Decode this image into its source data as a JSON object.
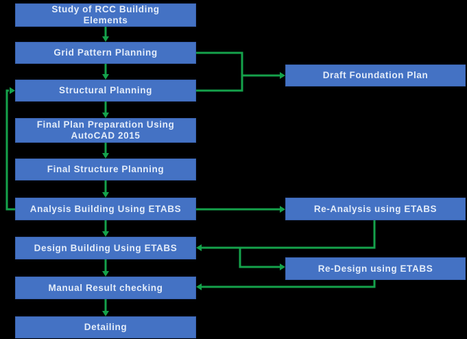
{
  "colors": {
    "background": "#000000",
    "node_fill": "#4472C4",
    "node_border": "#3A62AE",
    "node_text": "#E3ECF9",
    "arrow": "#15A24B"
  },
  "flowchart": {
    "main_nodes": [
      {
        "label": "Study of RCC Building\nElements"
      },
      {
        "label": "Grid Pattern Planning"
      },
      {
        "label": "Structural Planning"
      },
      {
        "label": "Final Plan Preparation Using\nAutoCAD 2015"
      },
      {
        "label": "Final Structure Planning"
      },
      {
        "label": "Analysis Building Using ETABS"
      },
      {
        "label": "Design Building Using ETABS"
      },
      {
        "label": "Manual Result checking"
      },
      {
        "label": "Detailing"
      }
    ],
    "side_nodes": [
      {
        "label": "Draft Foundation Plan"
      },
      {
        "label": "Re-Analysis using ETABS"
      },
      {
        "label": "Re-Design using ETABS"
      }
    ],
    "edges": [
      {
        "from": "Study of RCC Building Elements",
        "to": "Grid Pattern Planning"
      },
      {
        "from": "Grid Pattern Planning",
        "to": "Structural Planning"
      },
      {
        "from": "Structural Planning",
        "to": "Final Plan Preparation Using AutoCAD 2015"
      },
      {
        "from": "Final Plan Preparation Using AutoCAD 2015",
        "to": "Final Structure Planning"
      },
      {
        "from": "Final Structure Planning",
        "to": "Analysis Building Using ETABS"
      },
      {
        "from": "Analysis Building Using ETABS",
        "to": "Design Building Using ETABS"
      },
      {
        "from": "Design Building Using ETABS",
        "to": "Manual Result checking"
      },
      {
        "from": "Manual Result checking",
        "to": "Detailing"
      },
      {
        "from": "Grid Pattern Planning / Structural Planning",
        "to": "Draft Foundation Plan"
      },
      {
        "from": "Analysis Building Using ETABS",
        "to": "Structural Planning"
      },
      {
        "from": "Analysis Building Using ETABS",
        "to": "Re-Analysis using ETABS"
      },
      {
        "from": "Re-Analysis using ETABS",
        "to": "Design Building Using ETABS"
      },
      {
        "from": "Re-Analysis using ETABS",
        "to": "Re-Design using ETABS"
      },
      {
        "from": "Re-Design using ETABS",
        "to": "Manual Result checking"
      }
    ]
  }
}
